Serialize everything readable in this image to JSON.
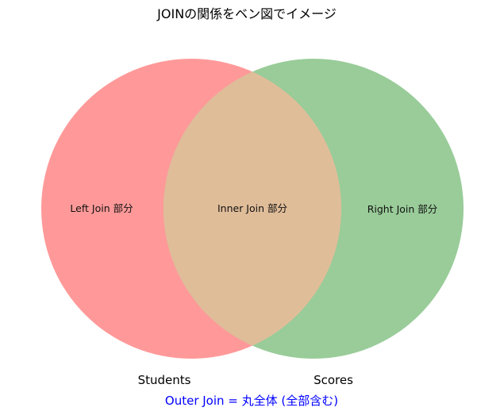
{
  "title": "JOINの関係をベン図でイメージ",
  "sets": {
    "left": {
      "name": "Students",
      "color": "#ff9999"
    },
    "right": {
      "name": "Scores",
      "color": "#99cc99"
    },
    "overlap_color": "#e0bd99"
  },
  "regions": {
    "left_only": "Left Join 部分",
    "intersection": "Inner Join 部分",
    "right_only": "Right Join 部分"
  },
  "caption": {
    "text": "Outer Join = 丸全体 (全部含む)",
    "color": "#0000ff"
  }
}
